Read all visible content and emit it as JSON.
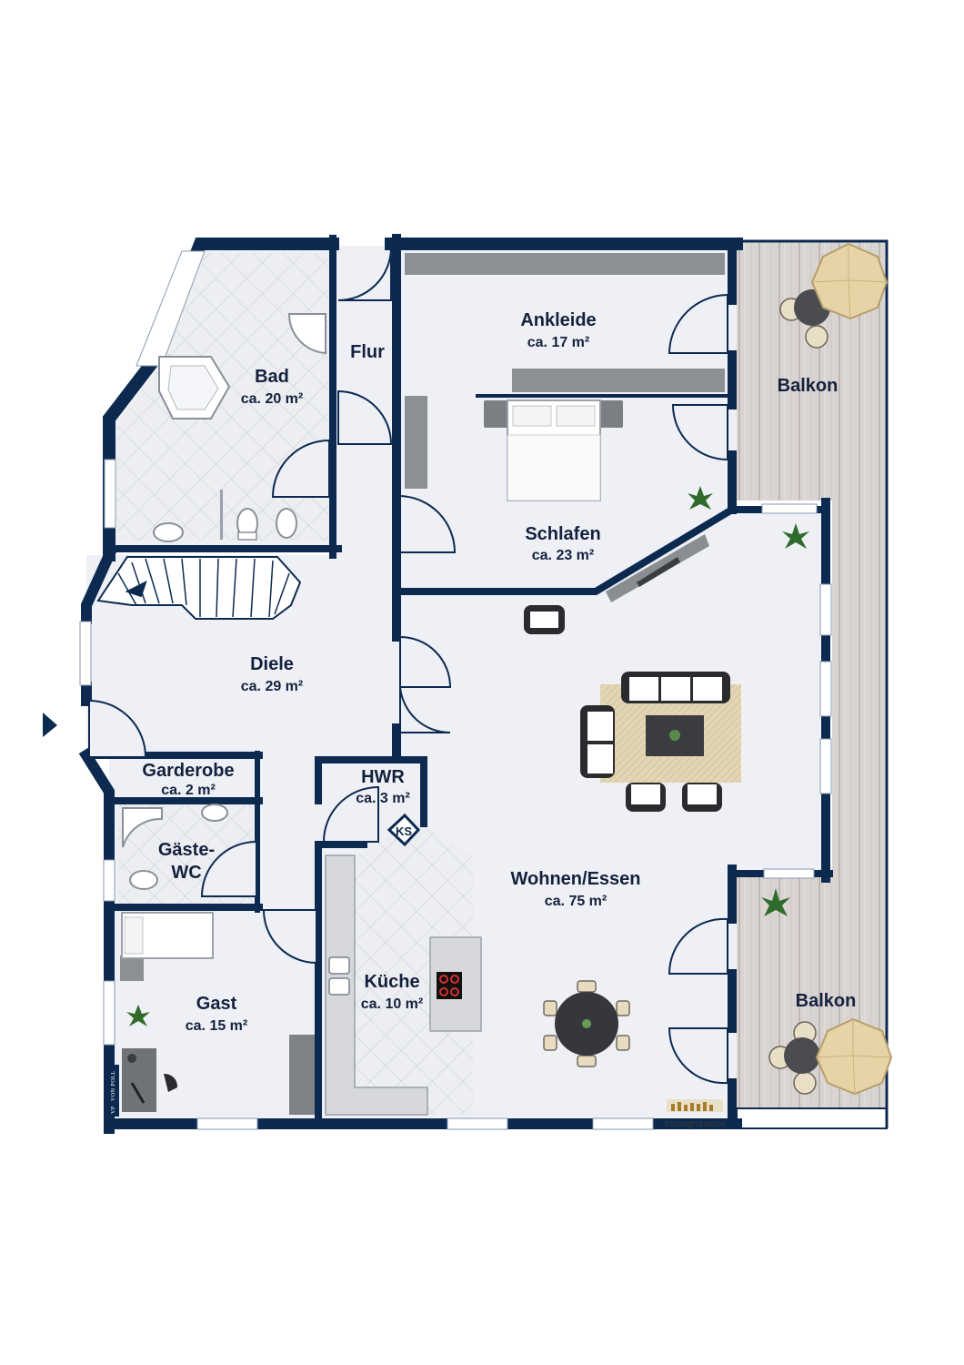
{
  "colors": {
    "wall": "#0c2a50",
    "floor": "#eef0f5",
    "tile": "#dde0e6",
    "deck": "#d7d2cf",
    "window": "#ffffff"
  },
  "rooms": [
    {
      "id": "bad",
      "label": "Bad",
      "area": "ca. 20 m²"
    },
    {
      "id": "flur",
      "label": "Flur",
      "area": ""
    },
    {
      "id": "ankleide",
      "label": "Ankleide",
      "area": "ca. 17 m²"
    },
    {
      "id": "schlafen",
      "label": "Schlafen",
      "area": "ca. 23 m²"
    },
    {
      "id": "balkon_oben",
      "label": "Balkon",
      "area": ""
    },
    {
      "id": "diele",
      "label": "Diele",
      "area": "ca. 29 m²"
    },
    {
      "id": "garderobe",
      "label": "Garderobe",
      "area": "ca. 2 m²"
    },
    {
      "id": "hwr",
      "label": "HWR",
      "area": "ca. 3 m²"
    },
    {
      "id": "gaeste_wc",
      "label": "Gäste-",
      "label2": "WC",
      "area": ""
    },
    {
      "id": "wohnen",
      "label": "Wohnen/Essen",
      "area": "ca. 75 m²"
    },
    {
      "id": "kueche",
      "label": "Küche",
      "area": "ca. 10 m²"
    },
    {
      "id": "gast",
      "label": "Gast",
      "area": "ca. 15 m²"
    },
    {
      "id": "balkon_unten",
      "label": "Balkon",
      "area": ""
    }
  ],
  "ks_label": "KS",
  "credit": "Immogrundriss",
  "logo": "VON POLL",
  "logo_short": "VP",
  "icons": [
    "entrance-arrow-icon",
    "plant-icon",
    "parasol-icon",
    "bed-icon",
    "sofa-icon",
    "dining-table-icon",
    "cooktop-icon",
    "bathtub-icon",
    "toilet-icon",
    "shower-icon",
    "sink-icon",
    "stairs-icon",
    "tv-icon"
  ]
}
